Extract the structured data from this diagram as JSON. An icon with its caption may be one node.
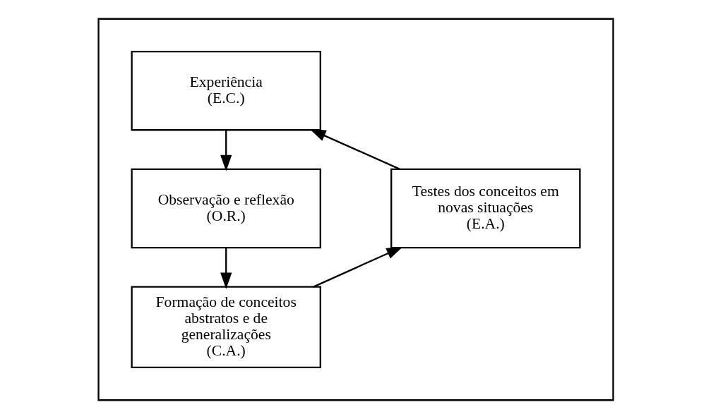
{
  "diagram": {
    "nodes": [
      {
        "text": [],
        "shape": "box"
      },
      {
        "text": [
          "Experiência",
          "(E.C.)"
        ],
        "in": 0
      },
      {
        "text": [
          "Observação e reflexão",
          "(O.R.)"
        ],
        "in": 0
      },
      {
        "text": [
          "Formação de conceitos abstratos e de generalizações",
          "(C.A.)"
        ],
        "in": 0
      },
      {
        "text": [
          "Testes dos conceitos em novas situações",
          "(E.A.)"
        ],
        "in": 0
      }
    ],
    "edges": [
      {
        "from": 1,
        "to": 2,
        "arrow": "to"
      },
      {
        "from": 2,
        "to": 3,
        "arrow": "to"
      },
      {
        "from": 3,
        "to": 4,
        "arrow": "to"
      },
      {
        "from": 4,
        "to": 1,
        "arrow": "to"
      }
    ]
  }
}
